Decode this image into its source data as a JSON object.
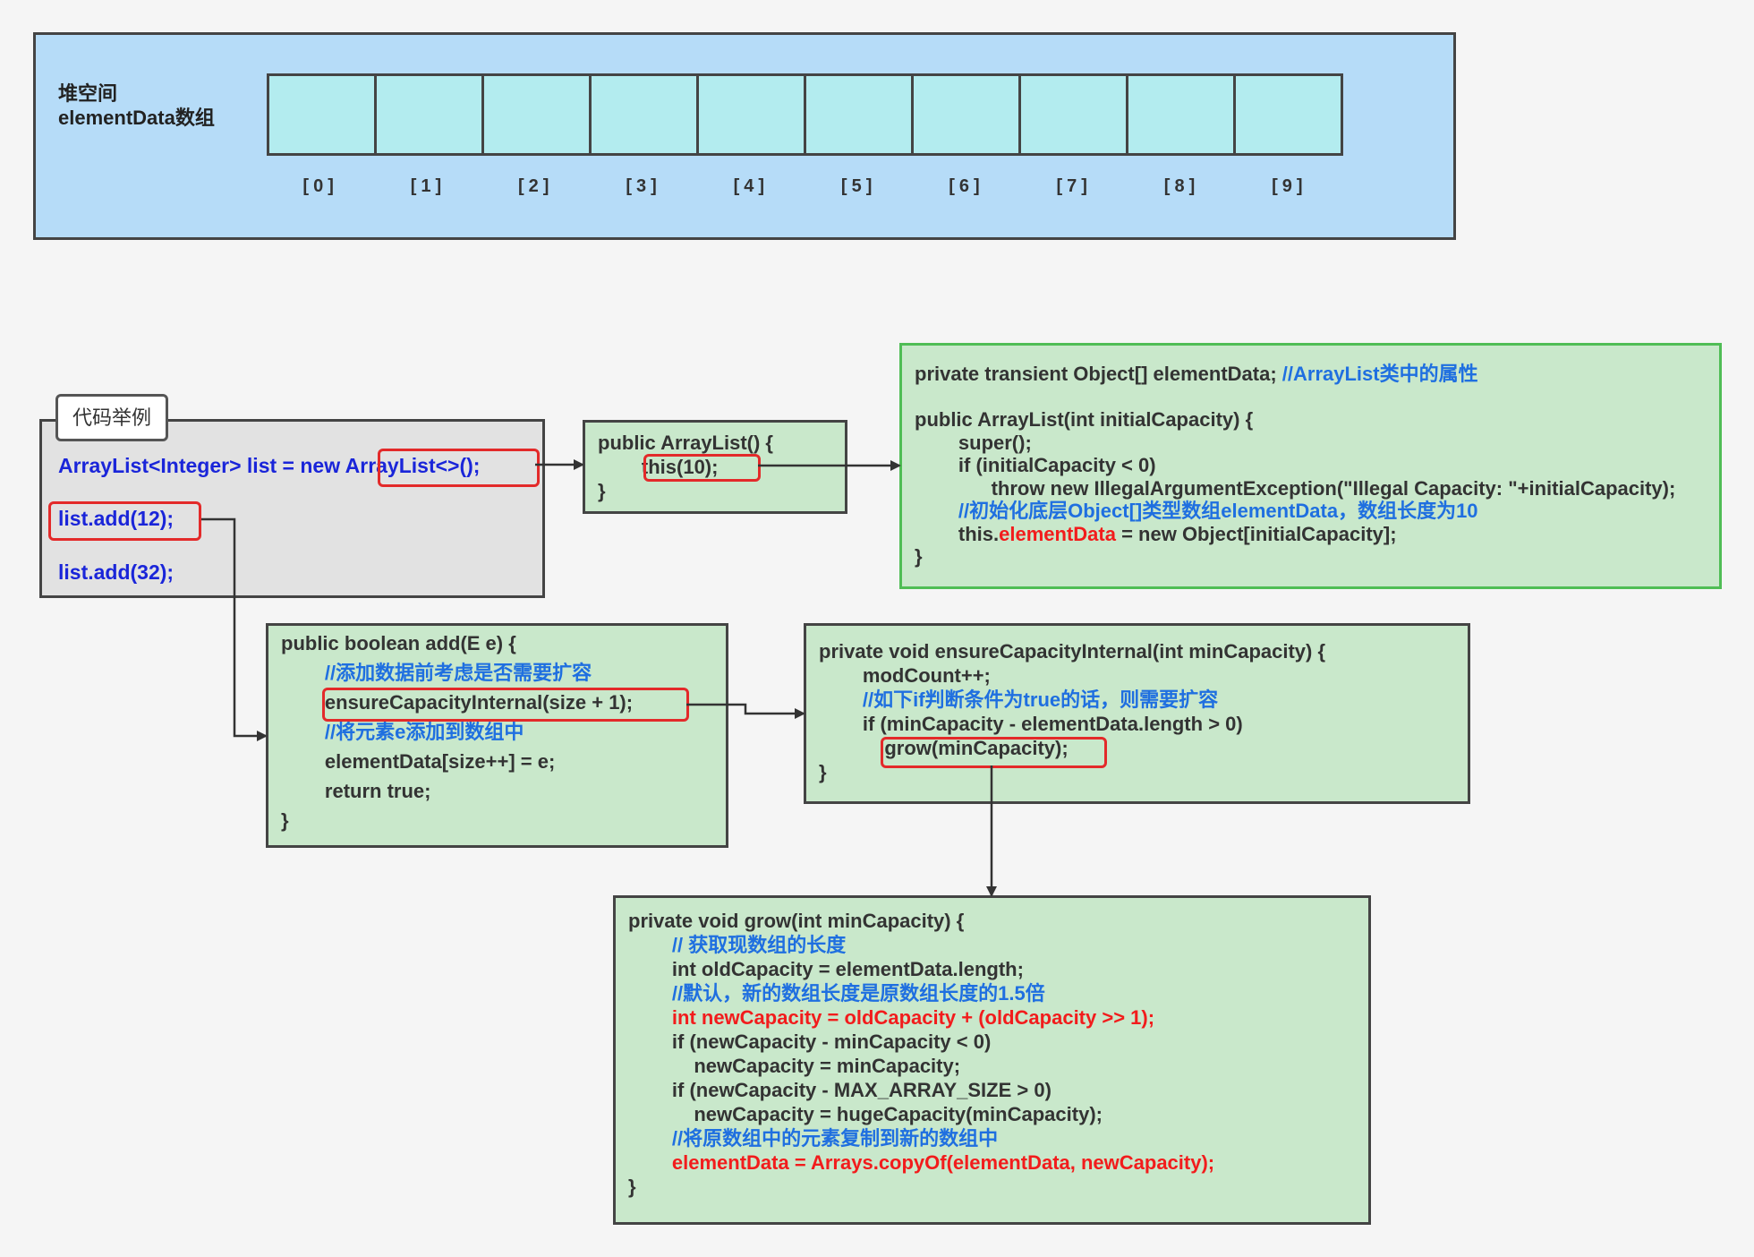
{
  "heap": {
    "title_line1": "堆空间",
    "title_line2": "elementData数组",
    "indices": [
      "[0]",
      "[1]",
      "[2]",
      "[3]",
      "[4]",
      "[5]",
      "[6]",
      "[7]",
      "[8]",
      "[9]"
    ]
  },
  "example": {
    "tag": "代码举例",
    "line1": "ArrayList<Integer> list = new ArrayList<>();",
    "line2": "list.add(12);",
    "line3": "list.add(32);"
  },
  "ctor": {
    "lines": [
      "public ArrayList() {",
      "        this(10);",
      "}"
    ]
  },
  "field": {
    "line1_code": "private transient Object[] elementData; ",
    "line1_comment": "//ArrayList类中的属性",
    "line3": "public ArrayList(int initialCapacity) {",
    "line4": "        super();",
    "line5": "        if (initialCapacity < 0)",
    "line6": "              throw new IllegalArgumentException(\"Illegal Capacity: \"+initialCapacity);",
    "line7_comment": "        //初始化底层Object[]类型数组elementData，数组长度为10",
    "line8_a": "        this.",
    "line8_b": "elementData",
    "line8_c": " = new Object[initialCapacity];",
    "line9": "}"
  },
  "add": {
    "line1": "public boolean add(E e) {",
    "line2_comment": "        //添加数据前考虑是否需要扩容",
    "line3": "        ensureCapacityInternal(size + 1);",
    "line4_comment": "        //将元素e添加到数组中",
    "line5": "        elementData[size++] = e;",
    "line6": "        return true;",
    "line7": "}"
  },
  "ensure": {
    "line1": "private void ensureCapacityInternal(int minCapacity) {",
    "line2": "        modCount++;",
    "line3_comment": "        //如下if判断条件为true的话，则需要扩容",
    "line4": "        if (minCapacity - elementData.length > 0)",
    "line5": "            grow(minCapacity);",
    "line6": "}"
  },
  "grow": {
    "line1": "private void grow(int minCapacity) {",
    "line2_comment": "        // 获取现数组的长度",
    "line3": "        int oldCapacity = elementData.length;",
    "line4_comment": "        //默认，新的数组长度是原数组长度的1.5倍",
    "line5_red": "        int newCapacity = oldCapacity + (oldCapacity >> 1);",
    "line6": "        if (newCapacity - minCapacity < 0)",
    "line7": "            newCapacity = minCapacity;",
    "line8": "        if (newCapacity - MAX_ARRAY_SIZE > 0)",
    "line9": "            newCapacity = hugeCapacity(minCapacity);",
    "line10_comment": "        //将原数组中的元素复制到新的数组中",
    "line11_red": "        elementData = Arrays.copyOf(elementData, newCapacity);",
    "line12": "}"
  },
  "colors": {
    "heap_bg": "#b6dcf8",
    "cell_bg": "#b3ecef",
    "panel_bg": "#c9e8cb",
    "comment": "#1f6fe0",
    "highlight": "#f21c1c",
    "example_text": "#1a25d9"
  }
}
